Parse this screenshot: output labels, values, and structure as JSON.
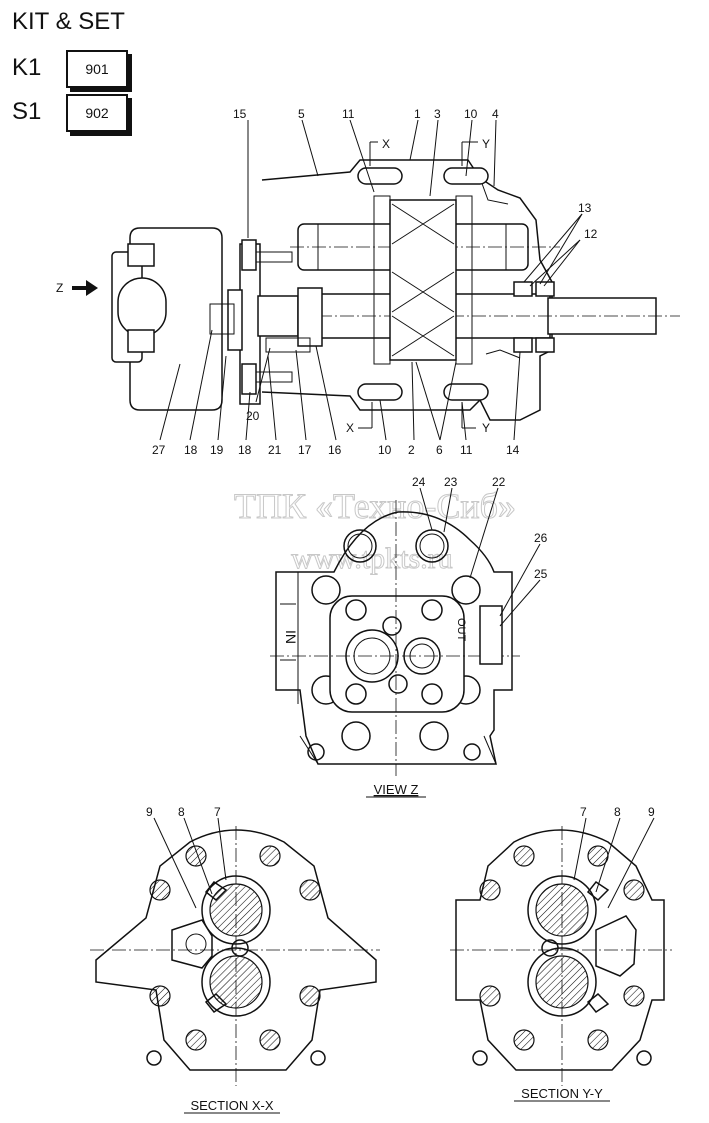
{
  "kit": {
    "title": "KIT & SET",
    "items": [
      {
        "code": "K1",
        "number": "901"
      },
      {
        "code": "S1",
        "number": "902"
      }
    ]
  },
  "callouts": {
    "n1": "1",
    "n2": "2",
    "n3": "3",
    "n4": "4",
    "n5": "5",
    "n6": "6",
    "n7": "7",
    "n8": "8",
    "n9": "9",
    "n10": "10",
    "n11": "11",
    "n12": "12",
    "n13": "13",
    "n14": "14",
    "n15": "15",
    "n16": "16",
    "n17": "17",
    "n18": "18",
    "n19": "19",
    "n20": "20",
    "n21": "21",
    "n22": "22",
    "n23": "23",
    "n24": "24",
    "n25": "25",
    "n26": "26",
    "n27": "27"
  },
  "markers": {
    "x": "X",
    "y": "Y",
    "z": "Z"
  },
  "watermark": {
    "line1": "ТПК «Техно-Сиб»",
    "line2": "www.tpkts.ru"
  },
  "view_marks": {
    "in": "IN",
    "out": "OUT"
  },
  "captions": {
    "view_z": "VIEW Z",
    "section_xx": "SECTION X-X",
    "section_yy": "SECTION Y-Y"
  }
}
